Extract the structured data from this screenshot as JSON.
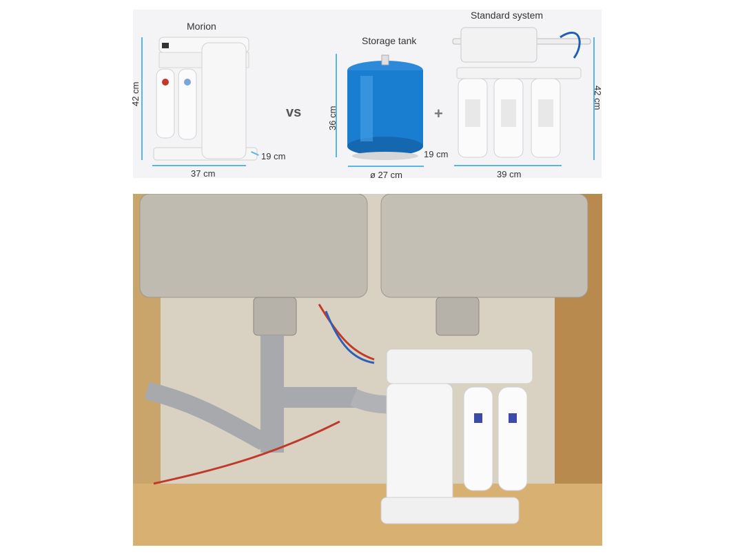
{
  "top_panel": {
    "morion": {
      "title": "Morion",
      "height": "42 cm",
      "width": "37 cm",
      "depth": "19 cm"
    },
    "vs": "vs",
    "storage_tank": {
      "title": "Storage tank",
      "height": "36 cm",
      "diameter": "ø 27 cm"
    },
    "plus": "+",
    "standard_system": {
      "title": "Standard system",
      "height": "42 cm",
      "width": "39 cm",
      "depth": "19 cm"
    }
  },
  "colors": {
    "dimension_line": "#58b6e6",
    "tank_blue": "#1a7ed0",
    "wood": "#d8b072"
  }
}
